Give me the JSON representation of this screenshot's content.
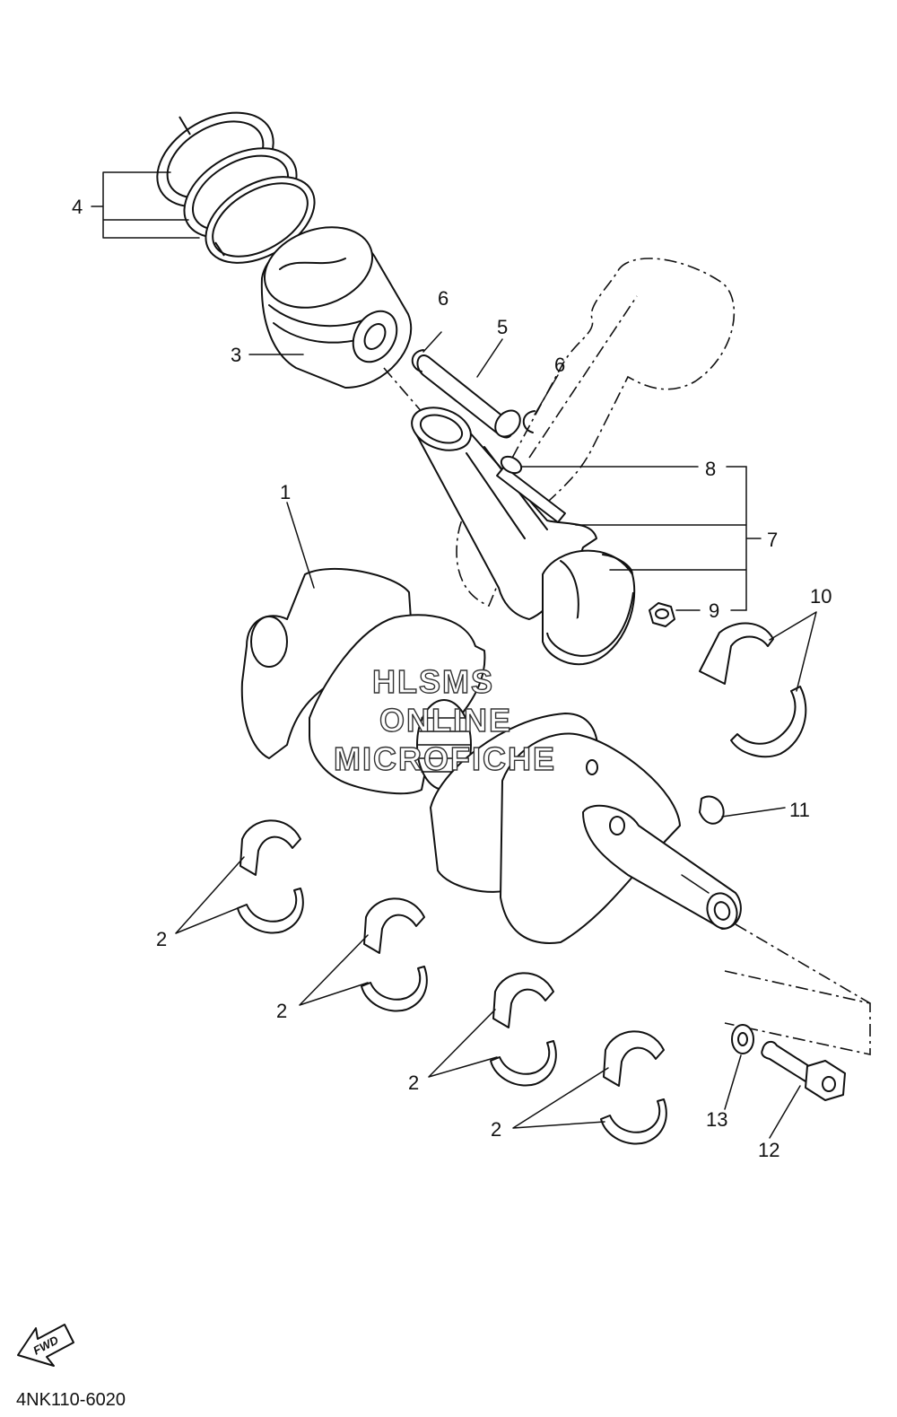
{
  "callouts": {
    "c1": "1",
    "c2a": "2",
    "c2b": "2",
    "c2c": "2",
    "c2d": "2",
    "c3": "3",
    "c4": "4",
    "c5": "5",
    "c6a": "6",
    "c6b": "6",
    "c7": "7",
    "c8": "8",
    "c9": "9",
    "c10": "10",
    "c11": "11",
    "c12": "12",
    "c13": "13"
  },
  "watermark": {
    "line1": "HLSMS",
    "line2": "ONLINE",
    "line3": "MICROFICHE"
  },
  "fwd_label": "FWD",
  "diagram_code": "4NK110-6020"
}
